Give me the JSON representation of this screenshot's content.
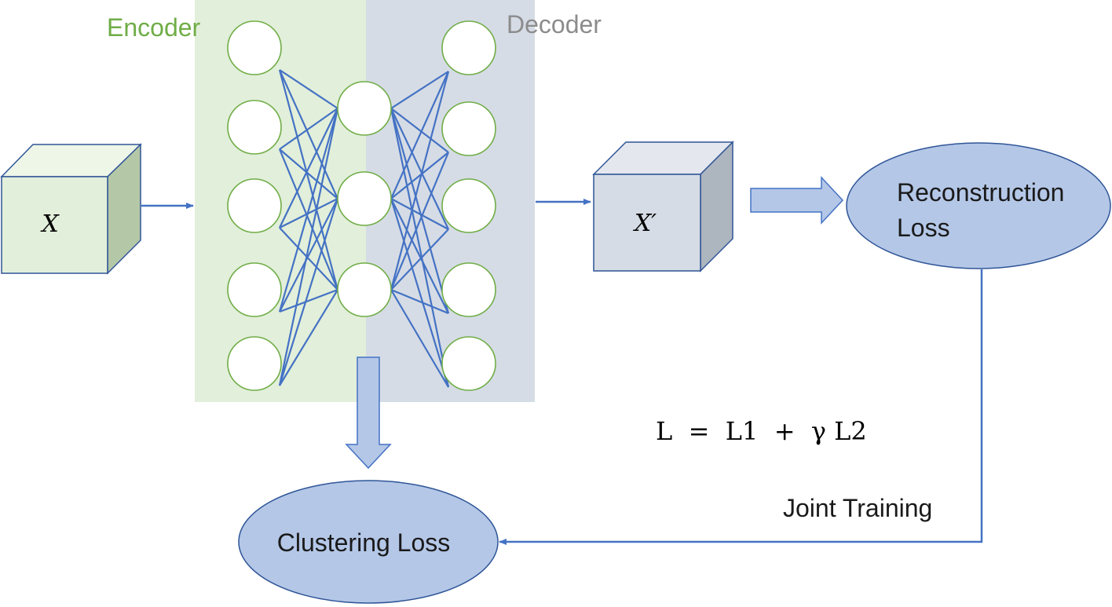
{
  "diagram": {
    "encoder_label": "Encoder",
    "decoder_label": "Decoder",
    "input_label": "X",
    "output_label": "X′",
    "reconstruction_loss_line1": "Reconstruction",
    "reconstruction_loss_line2": "Loss",
    "clustering_loss_label": "Clustering Loss",
    "formula": "L  =  L1  +  γ L2",
    "joint_training_label": "Joint Training",
    "network": {
      "input_layer_nodes": 5,
      "bottleneck_nodes": 3,
      "output_layer_nodes": 5
    }
  },
  "colors": {
    "encoder_panel": "#e2efda",
    "decoder_panel": "#d6dce5",
    "encoder_text": "#70ad47",
    "decoder_text": "#8c8c8c",
    "node_stroke": "#70ad47",
    "edge": "#4472c4",
    "cube_input_front": "#e2efda",
    "cube_input_side": "#b4c7a7",
    "cube_output_front": "#d6dce5",
    "cube_output_side": "#adb5bf",
    "loss_fill": "#b4c7e7",
    "loss_stroke": "#2f5597",
    "block_arrow_fill": "#b4c7e7",
    "block_arrow_stroke": "#4472c4"
  }
}
